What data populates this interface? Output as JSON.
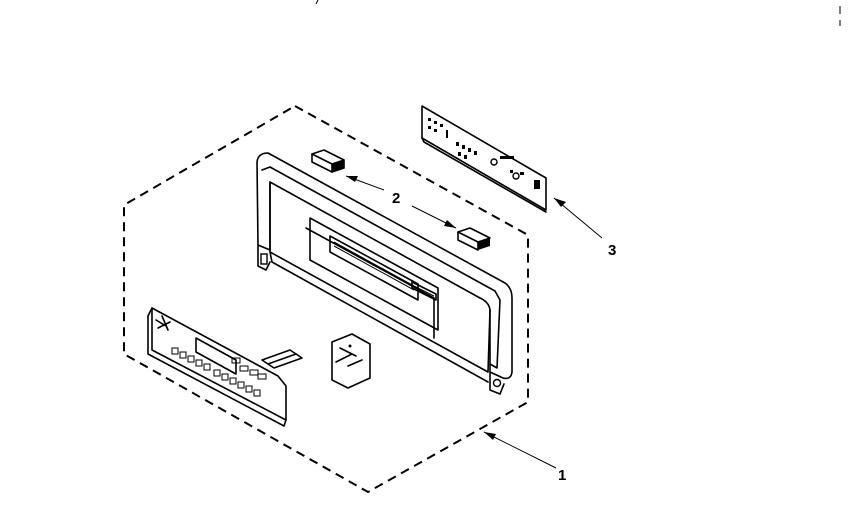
{
  "callouts": {
    "part1": "1",
    "part2": "2",
    "part3": "3"
  },
  "colors": {
    "ink": "#000000",
    "background": "#ffffff"
  }
}
